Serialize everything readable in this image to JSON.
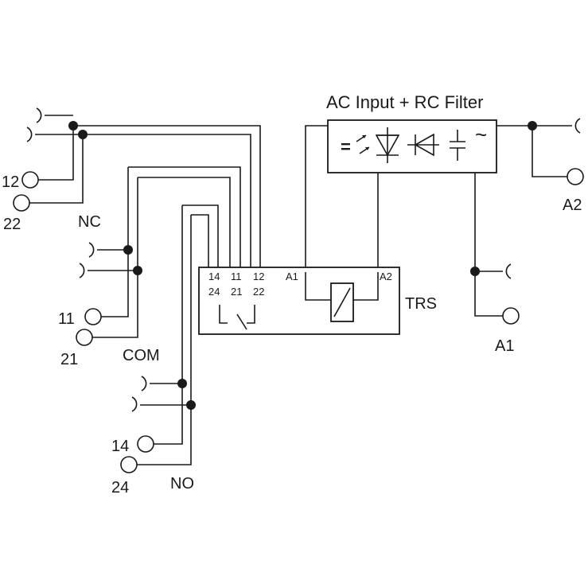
{
  "labels": {
    "rc_filter_title": "AC Input + RC Filter",
    "trs": "TRS",
    "nc": "NC",
    "com": "COM",
    "no": "NO",
    "a1_terminal": "A1",
    "a2_terminal": "A2",
    "term_12": "12",
    "term_22": "22",
    "term_11": "11",
    "term_21": "21",
    "term_14": "14",
    "term_24": "24"
  },
  "relay_pins": {
    "p14": "14",
    "p24": "24",
    "p11": "11",
    "p21": "21",
    "p12": "12",
    "p22": "22",
    "a1": "A1",
    "a2": "A2"
  },
  "filter_symbols": {
    "dc": "=",
    "ac": "~"
  },
  "icons": [
    "led-icon",
    "diode-icon",
    "rectifier-diode-icon",
    "capacitor-icon",
    "relay-coil-icon",
    "relay-contact-icon"
  ]
}
